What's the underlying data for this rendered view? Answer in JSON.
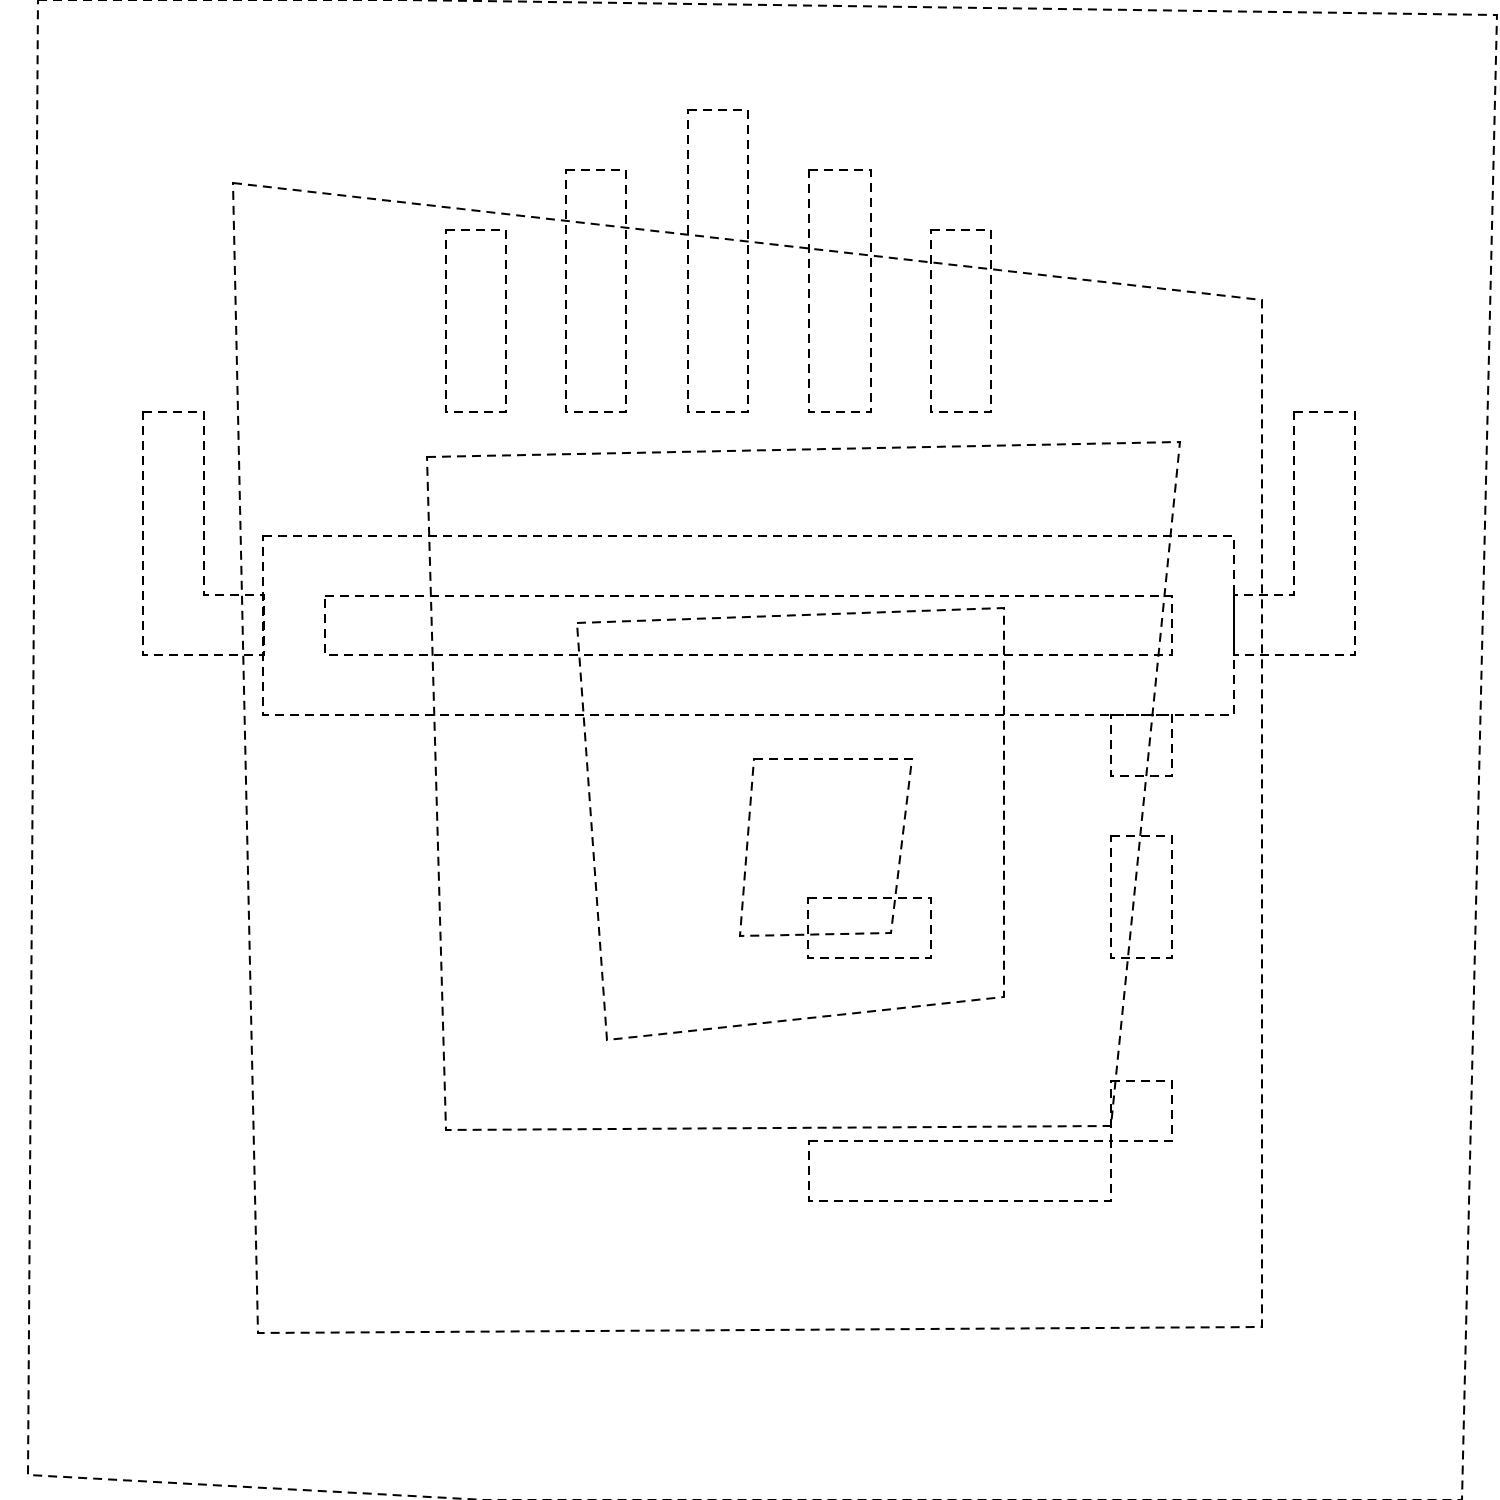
{
  "colors": {
    "background": "#ffffff",
    "stroke": "#000000"
  },
  "shapes": [
    {
      "id": "outer-frame"
    },
    {
      "id": "body-panel"
    },
    {
      "id": "top-bar-1"
    },
    {
      "id": "top-bar-2"
    },
    {
      "id": "top-bar-3"
    },
    {
      "id": "top-bar-4"
    },
    {
      "id": "top-bar-5"
    },
    {
      "id": "left-handle"
    },
    {
      "id": "right-handle"
    },
    {
      "id": "wide-band"
    },
    {
      "id": "inner-band"
    },
    {
      "id": "inner-panel"
    },
    {
      "id": "center-panel"
    },
    {
      "id": "center-box"
    },
    {
      "id": "small-box"
    },
    {
      "id": "side-box-1"
    },
    {
      "id": "side-box-2"
    },
    {
      "id": "side-box-3"
    },
    {
      "id": "bottom-bar"
    }
  ]
}
